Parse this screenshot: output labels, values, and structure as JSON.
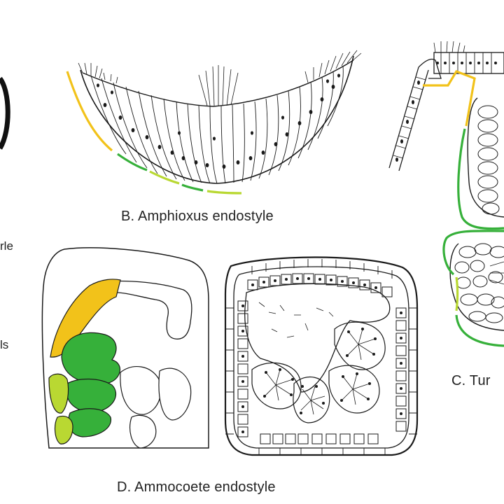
{
  "labels": {
    "left_fragment_1": "rle",
    "left_fragment_2": "ls",
    "panel_b_caption": "B. Amphioxus endostyle",
    "panel_c_caption": "C. Tur",
    "panel_d_caption": "D. Ammocoete endostyle"
  },
  "colors": {
    "line": "#1a1a1a",
    "yellow": "#f2c21a",
    "yellow_green": "#b9d832",
    "green": "#36b03a",
    "dark_green": "#23a02f"
  }
}
